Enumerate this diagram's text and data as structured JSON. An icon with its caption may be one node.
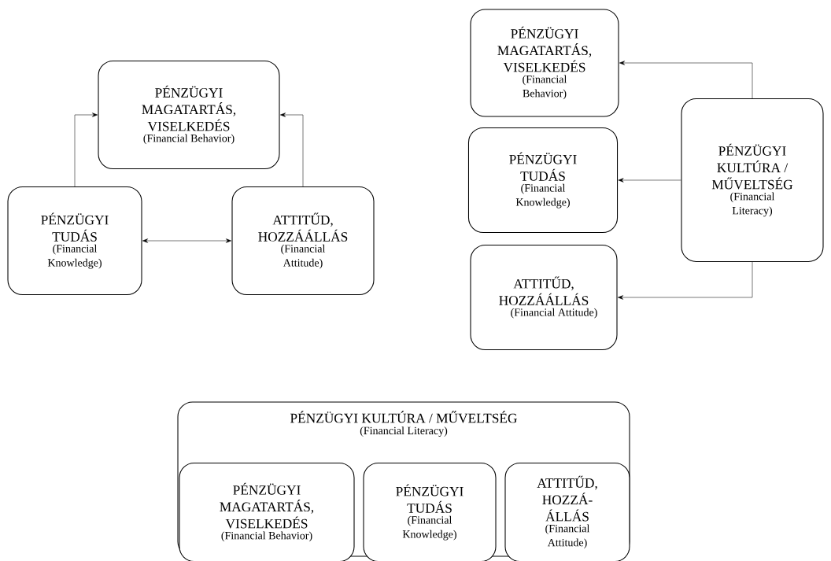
{
  "diagram": {
    "nodes": [
      {
        "text": [
          "PÉNZÜGYI MAGATARTÁS, VISELKEDÉS",
          "(Financial Behavior)"
        ]
      },
      {
        "text": [
          "PÉNZÜGYI TUDÁS",
          "(Financial Knowledge)"
        ]
      },
      {
        "text": [
          "ATTITŰD, HOZZÁÁLLÁS",
          "(Financial Attitude)"
        ]
      },
      {
        "text": [
          "PÉNZÜGYI MAGATARTÁS, VISELKEDÉS",
          "(Financial Behavior)"
        ]
      },
      {
        "text": [
          "PÉNZÜGYI TUDÁS",
          "(Financial Knowledge)"
        ]
      },
      {
        "text": [
          "ATTITŰD, HOZZÁÁLLÁS",
          "(Financial Attitude)"
        ]
      },
      {
        "text": [
          "PÉNZÜGYI KULTÚRA / MŰVELTSÉG",
          "(Financial Literacy)"
        ]
      },
      {
        "text": [
          "PÉNZÜGYI KULTÚRA / MŰVELTSÉG",
          "(Financial Literacy)"
        ]
      },
      {
        "text": [
          "PÉNZÜGYI MAGATARTÁS, VISELKEDÉS",
          "(Financial Behavior)"
        ],
        "in": 7
      },
      {
        "text": [
          "PÉNZÜGYI TUDÁS",
          "(Financial Knowledge)"
        ],
        "in": 7
      },
      {
        "text": [
          "ATTITŰD, HOZZÁ- ÁLLÁS",
          "(Financial Attitude)"
        ],
        "in": 7
      }
    ],
    "edges": [
      {
        "from": 1,
        "to": 0,
        "arrow": "to"
      },
      {
        "from": 2,
        "to": 0,
        "arrow": "to"
      },
      {
        "from": 1,
        "to": 2,
        "arrow": "both"
      },
      {
        "from": 6,
        "to": 3,
        "arrow": "to"
      },
      {
        "from": 6,
        "to": 4,
        "arrow": "to"
      },
      {
        "from": 6,
        "to": 5,
        "arrow": "to"
      }
    ]
  }
}
